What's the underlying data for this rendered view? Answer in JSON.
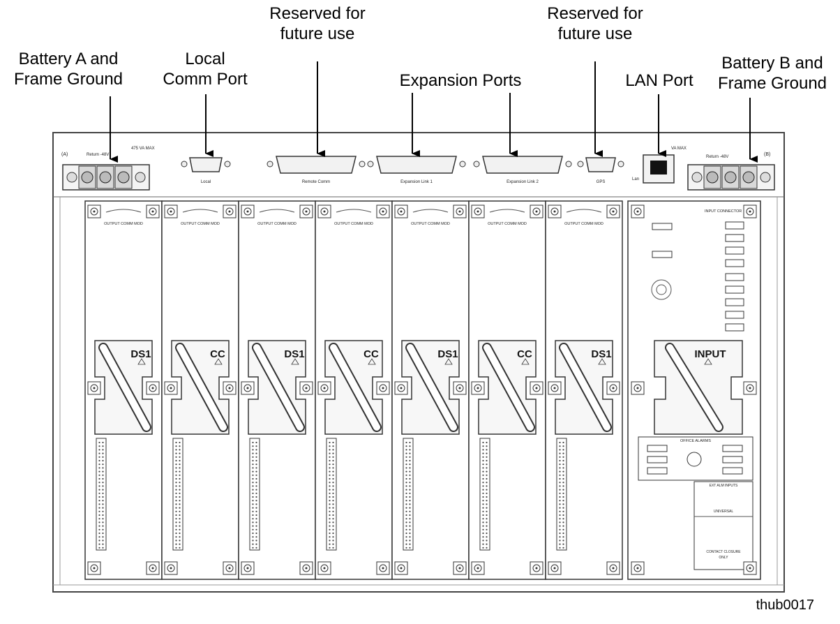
{
  "callouts": {
    "battery_a": [
      "Battery A and",
      "Frame Ground"
    ],
    "local_comm": [
      "Local",
      "Comm Port"
    ],
    "reserved_1": [
      "Reserved for",
      "future use"
    ],
    "expansion": [
      "Expansion Ports"
    ],
    "reserved_2": [
      "Reserved for",
      "future use"
    ],
    "lan": [
      "LAN Port"
    ],
    "battery_b": [
      "Battery B and",
      "Frame Ground"
    ]
  },
  "figure_id": "thub0017",
  "panel": {
    "left_terminal_id": "(A)",
    "right_terminal_id": "(B)",
    "left_terminal_text": "Return -48V",
    "right_terminal_text": "Return -48V",
    "left_rating": "475 VA MAX",
    "right_rating": "VA MAX",
    "connectors": [
      "Local",
      "Remote Comm",
      "Expansion Link 1",
      "Expansion Link 2",
      "GPS"
    ],
    "lan_label": "Lan"
  },
  "modules": [
    {
      "label": "DS1",
      "header": "OUTPUT COMM MOD"
    },
    {
      "label": "CC",
      "header": "OUTPUT COMM MOD"
    },
    {
      "label": "DS1",
      "header": "OUTPUT COMM MOD"
    },
    {
      "label": "CC",
      "header": "OUTPUT COMM MOD"
    },
    {
      "label": "DS1",
      "header": "OUTPUT COMM MOD"
    },
    {
      "label": "CC",
      "header": "OUTPUT COMM MOD"
    },
    {
      "label": "DS1",
      "header": "OUTPUT COMM MOD"
    }
  ],
  "input_module": {
    "label": "INPUT",
    "header": "INPUT CONNECTOR",
    "office_alarms": "OFFICE ALARMS",
    "ext_alm_inputs": "EXT ALM INPUTS",
    "universal": "UNIVERSAL",
    "contact_closure": "CONTACT CLOSURE",
    "only": "ONLY"
  }
}
